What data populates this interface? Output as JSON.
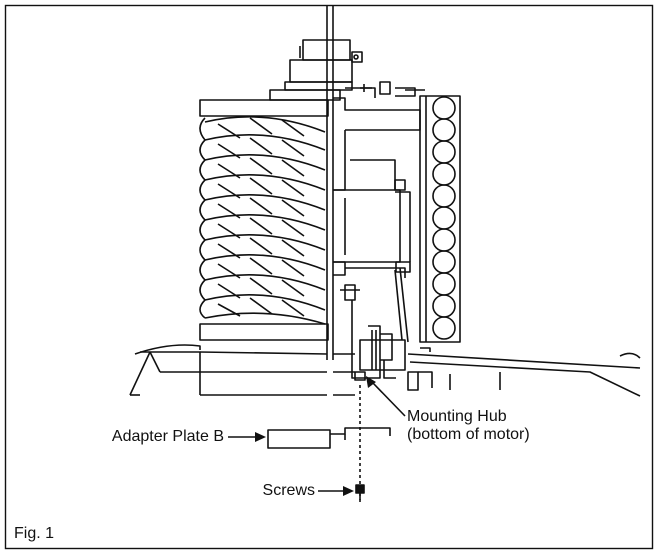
{
  "labels": {
    "adapter_plate": "Adapter Plate B",
    "mounting_hub_line1": "Mounting Hub",
    "mounting_hub_line2": "(bottom of motor)",
    "screws": "Screws",
    "figure": "Fig. 1"
  },
  "colors": {
    "stroke": "#111111",
    "background": "#ffffff"
  }
}
